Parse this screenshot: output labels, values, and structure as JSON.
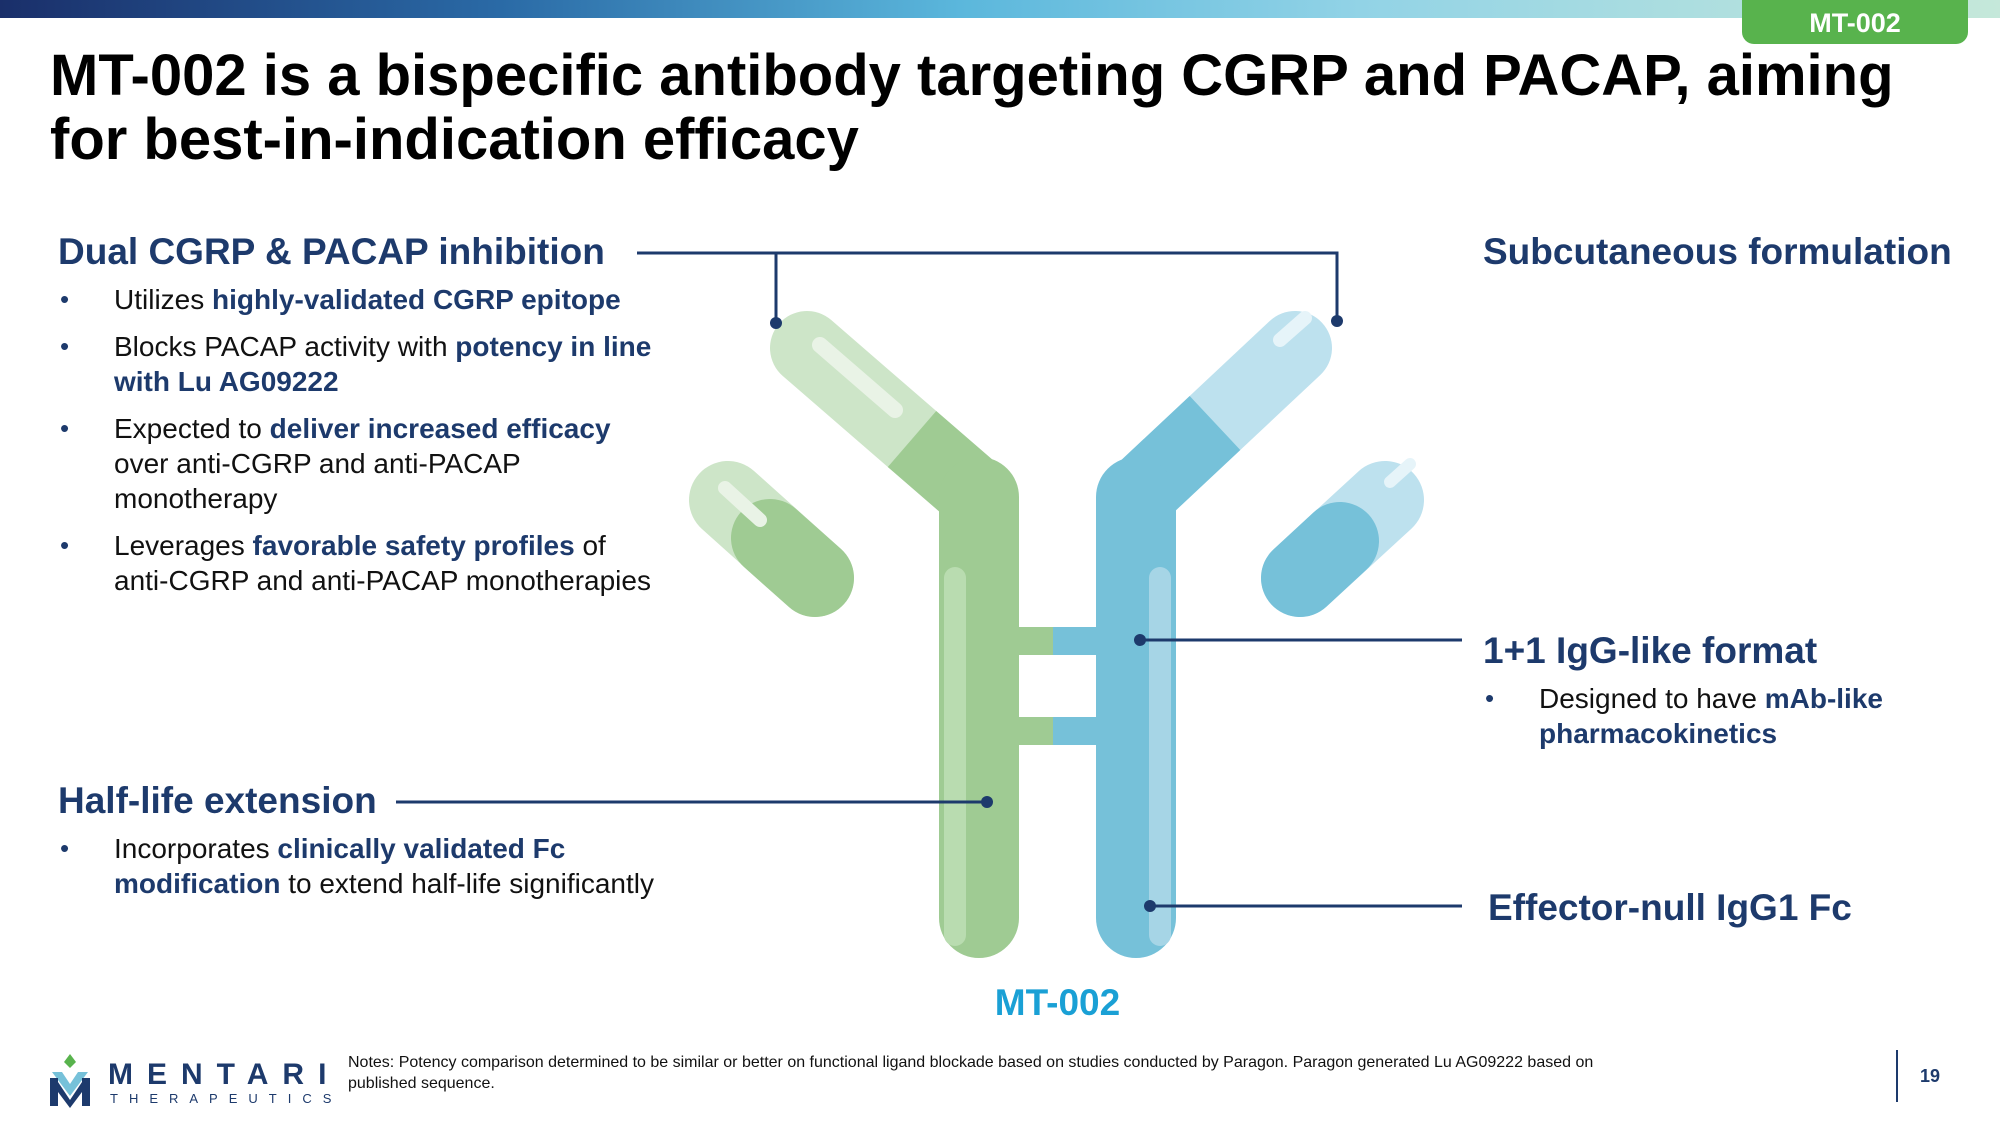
{
  "tag": "MT-002",
  "title": "MT-002 is a bispecific antibody targeting CGRP and PACAP, aiming for best-in-indication efficacy",
  "dual": {
    "heading": "Dual CGRP & PACAP inhibition",
    "b1": {
      "pre": "Utilizes ",
      "bold": "highly-validated CGRP epitope",
      "post": ""
    },
    "b2": {
      "pre": "Blocks PACAP activity with ",
      "bold": "potency in line with Lu AG09222",
      "post": ""
    },
    "b3": {
      "pre": "Expected to ",
      "bold": "deliver increased efficacy",
      "post": " over anti-CGRP and anti-PACAP monotherapy"
    },
    "b4": {
      "pre": "Leverages ",
      "bold": "favorable safety profiles",
      "post": " of anti-CGRP and anti-PACAP monotherapies"
    }
  },
  "halflife": {
    "heading": "Half-life extension",
    "b1": {
      "pre": "Incorporates ",
      "bold": "clinically validated Fc modification",
      "post": " to extend half-life significantly"
    }
  },
  "subq": {
    "heading": "Subcutaneous formulation"
  },
  "format": {
    "heading": "1+1 IgG-like format",
    "b1": {
      "pre": "Designed to have ",
      "bold": "mAb-like pharmacokinetics",
      "post": ""
    }
  },
  "effector": {
    "heading": "Effector-null IgG1 Fc"
  },
  "molecule_label": "MT-002",
  "colors": {
    "navy": "#1d3a6c",
    "green": "#9fcb93",
    "green_light": "#cde5c8",
    "blue": "#76c1d9",
    "blue_light": "#bde1ee",
    "tag_green": "#58b34d",
    "label_blue": "#1aa0d5"
  },
  "logo": {
    "name": "MENTARI",
    "sub": "THERAPEUTICS"
  },
  "notes": "Notes: Potency comparison determined to be similar or better on functional ligand blockade based on studies conducted by Paragon. Paragon generated Lu AG09222 based on published sequence.",
  "page_number": "19"
}
